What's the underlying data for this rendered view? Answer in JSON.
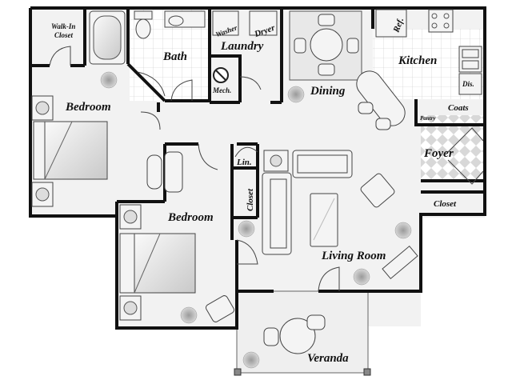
{
  "rooms": {
    "walk_in_closet": "Walk-In\nCloset",
    "walk_in_closet_l1": "Walk-In",
    "walk_in_closet_l2": "Closet",
    "bath": "Bath",
    "laundry": "Laundry",
    "washer": "Washer",
    "dryer": "Dryer",
    "mech": "Mech.",
    "dining": "Dining",
    "ref": "Ref.",
    "kitchen": "Kitchen",
    "dis": "Dis.",
    "coats": "Coats",
    "pantry": "Pantry",
    "foyer": "Foyer",
    "closet_right": "Closet",
    "bedroom_master": "Bedroom",
    "lin": "Lin.",
    "closet_hall": "Closet",
    "bedroom_second": "Bedroom",
    "living_room": "Living Room",
    "veranda": "Veranda"
  },
  "colors": {
    "wall": "#111111",
    "floor": "#f2f2f2",
    "tile": "#ffffff",
    "furniture": "#f4f4f4"
  }
}
